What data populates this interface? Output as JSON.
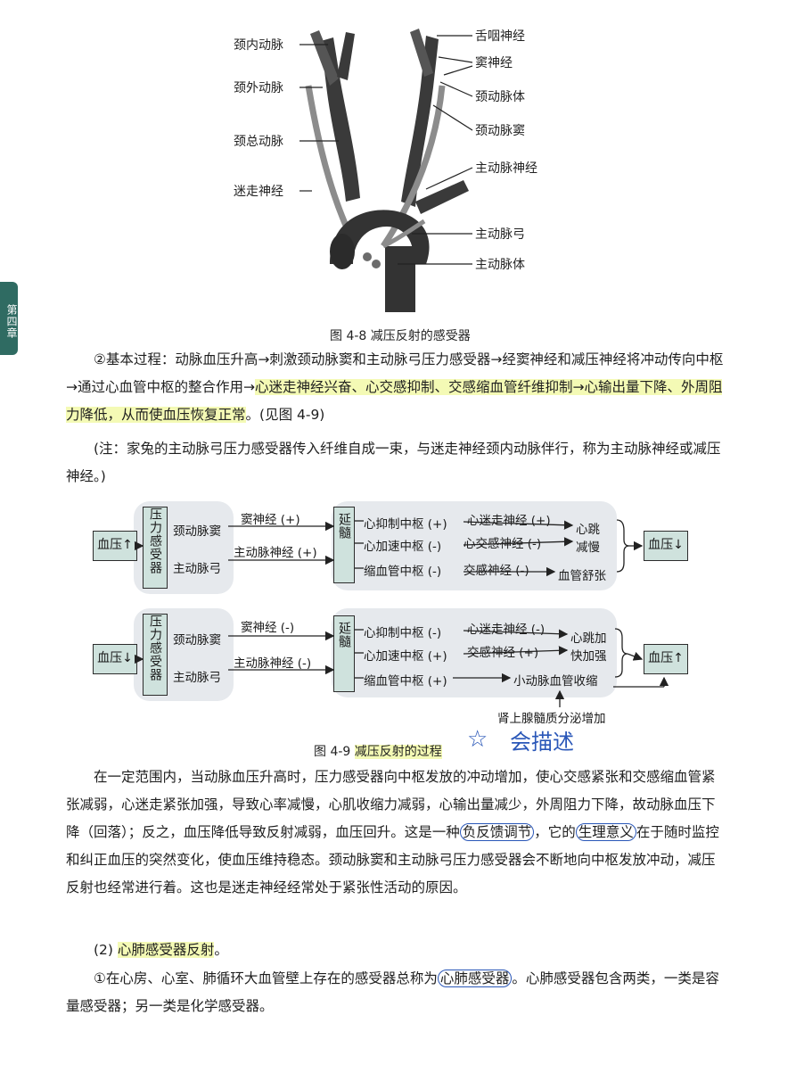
{
  "side_tab": "第四章",
  "fig48": {
    "labels_left": [
      "颈内动脉",
      "颈外动脉",
      "颈总动脉",
      "迷走神经"
    ],
    "labels_right": [
      "舌咽神经",
      "窦神经",
      "颈动脉体",
      "颈动脉窦",
      "主动脉神经",
      "主动脉弓",
      "主动脉体"
    ],
    "caption": "图 4-8   减压反射的感受器"
  },
  "para1": {
    "prefix": "②基本过程：动脉血压升高→刺激颈动脉窦和主动脉弓压力感受器→经窦神经和减压神经将冲动传向中枢→通过心血管中枢的整合作用→",
    "highlight": "心迷走神经兴奋、心交感抑制、交感缩血管纤维抑制→心输出量下降、外周阻力降低，从而使血压恢复正常",
    "suffix": "。(见图 4-9)"
  },
  "note": "(注：家兔的主动脉弓压力感受器传入纤维自成一束，与迷走神经颈内动脉伴行，称为主动脉神经或减压神经。)",
  "fig49": {
    "top": {
      "bp": "血压↑",
      "receptor": "压力感受器",
      "sites": [
        "颈动脉窦",
        "主动脉弓"
      ],
      "nerves": [
        "窦神经 (+)",
        "主动脉神经 (+)"
      ],
      "center": "延髓",
      "centers": [
        "心抑制中枢 (+)",
        "心加速中枢 (-)",
        "缩血管中枢 (-)"
      ],
      "efferents": [
        "心迷走神经 (+)",
        "心交感神经 (-)",
        "交感神经 (-)"
      ],
      "effects": [
        "心跳",
        "减慢",
        "血管舒张"
      ],
      "result": "血压↓"
    },
    "bottom": {
      "bp": "血压↓",
      "receptor": "压力感受器",
      "sites": [
        "颈动脉窦",
        "主动脉弓"
      ],
      "nerves": [
        "窦神经 (-)",
        "主动脉神经 (-)"
      ],
      "center": "延髓",
      "centers": [
        "心抑制中枢 (-)",
        "心加速中枢 (+)",
        "缩血管中枢 (+)"
      ],
      "efferents": [
        "心迷走神经 (-)",
        "交感神经 (+)"
      ],
      "effects": [
        "心跳加",
        "快加强",
        "小动脉血管收缩"
      ],
      "adrenal": "肾上腺髓质分泌增加",
      "result": "血压↑"
    },
    "caption_prefix": "图 4-9   ",
    "caption_hl": "减压反射的过程",
    "handnote": "会描述"
  },
  "para2": {
    "p1": "在一定范围内，当动脉血压升高时，压力感受器向中枢发放的冲动增加，使心交感紧张和交感缩血管紧张减弱，心迷走紧张加强，导致心率减慢，心肌收缩力减弱，心输出量减少，外周阻力下降，故动脉血压下降（回落）；反之，血压降低导致反射减弱，血压回升。这是一种",
    "c1": "负反馈调节",
    "p2": "，它的",
    "c2": "生理意义",
    "p3": "在于随时监控和纠正血压的突然变化，使血压维持稳态。颈动脉窦和主动脉弓压力感受器会不断地向中枢发放冲动，减压反射也经常进行着。这也是迷走神经经常处于紧张性活动的原因。"
  },
  "sec2": {
    "prefix": "(2) ",
    "hl": "心肺感受器反射",
    "suffix": "。"
  },
  "para3": {
    "p1": "①在心房、心室、肺循环大血管壁上存在的感受器总称为",
    "c1": "心肺感受器",
    "p2": "。心肺感受器包含两类，一类是容量感受器；另一类是化学感受器。"
  }
}
